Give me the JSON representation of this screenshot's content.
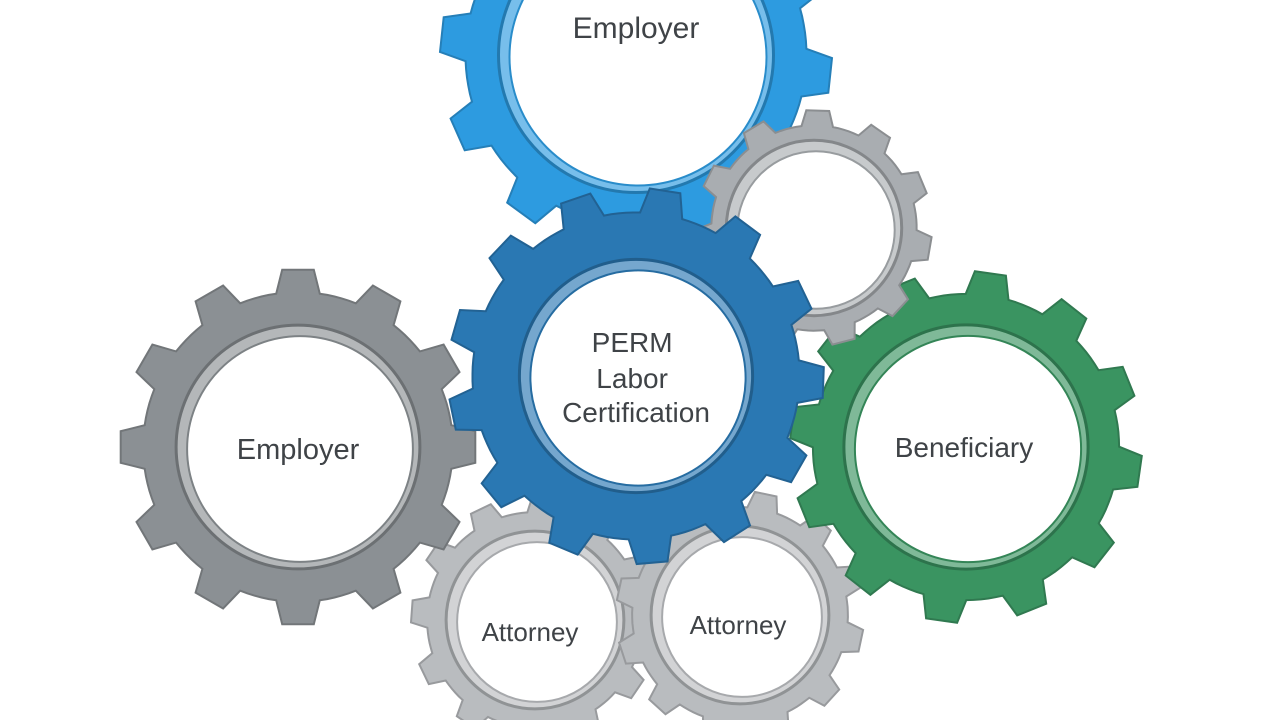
{
  "gears": [
    {
      "key": "employer_top",
      "label_lines": [
        "Employer"
      ],
      "color": "#2d9be0"
    },
    {
      "key": "small_gray",
      "label_lines": [],
      "color": "#a9adb1"
    },
    {
      "key": "center",
      "label_lines": [
        "PERM",
        "Labor",
        "Certification"
      ],
      "color": "#2a78b3"
    },
    {
      "key": "employer_left",
      "label_lines": [
        "Employer"
      ],
      "color": "#8b9094"
    },
    {
      "key": "beneficiary",
      "label_lines": [
        "Beneficiary"
      ],
      "color": "#3a9461"
    },
    {
      "key": "attorney_left",
      "label_lines": [
        "Attorney"
      ],
      "color": "#b9bcbf"
    },
    {
      "key": "attorney_right",
      "label_lines": [
        "Attorney"
      ],
      "color": "#b9bcbf"
    }
  ]
}
